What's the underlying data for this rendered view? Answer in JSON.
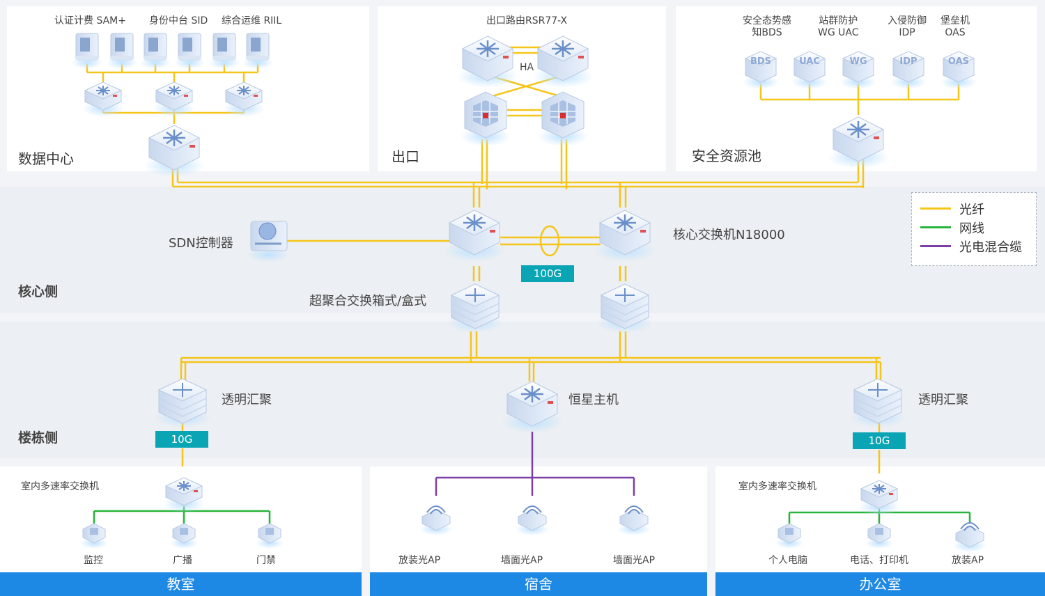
{
  "sections": {
    "datacenter": "数据中心",
    "egress": "出口",
    "security_pool": "安全资源池",
    "core_side": "核心侧",
    "building_side": "楼栋侧"
  },
  "datacenter": {
    "servers": [
      "认证计费  SAM+",
      "身份中台 SID",
      "综合运维 RIIL"
    ]
  },
  "egress": {
    "router": "出口路由RSR77-X",
    "ha": "HA"
  },
  "security": {
    "devices": [
      {
        "line1": "安全态势感",
        "line2": "知BDS",
        "icon": "BDS"
      },
      {
        "line1": "站群防护",
        "line2": "WG UAC",
        "icon": "UAC"
      },
      {
        "line1": "",
        "line2": "",
        "icon": "WG"
      },
      {
        "line1": "入侵防御",
        "line2": "IDP",
        "icon": "IDP"
      },
      {
        "line1": "堡垒机",
        "line2": "OAS",
        "icon": "OAS"
      }
    ]
  },
  "core": {
    "sdn": "SDN控制器",
    "core_switch": "核心交换机N18000",
    "bandwidth": "100G",
    "hyper": "超聚合交换箱式/盒式"
  },
  "building": {
    "left_agg": "透明汇聚",
    "center_host": "恒星主机",
    "right_agg": "透明汇聚",
    "left_bw": "10G",
    "right_bw": "10G"
  },
  "legend": {
    "fiber": "光纤",
    "ethernet": "网线",
    "hybrid": "光电混合缆",
    "colors": {
      "fiber": "#f5c518",
      "ethernet": "#27b43a",
      "hybrid": "#7b3fa8"
    }
  },
  "classroom": {
    "switch": "室内多速率交换机",
    "devices": [
      "监控",
      "广播",
      "门禁"
    ],
    "footer": "教室"
  },
  "dorm": {
    "devices": [
      "放装光AP",
      "墙面光AP",
      "墙面光AP"
    ],
    "footer": "宿舍"
  },
  "office": {
    "switch": "室内多速率交换机",
    "devices": [
      "个人电脑",
      "电话、打印机",
      "放装AP"
    ],
    "footer": "办公室"
  }
}
